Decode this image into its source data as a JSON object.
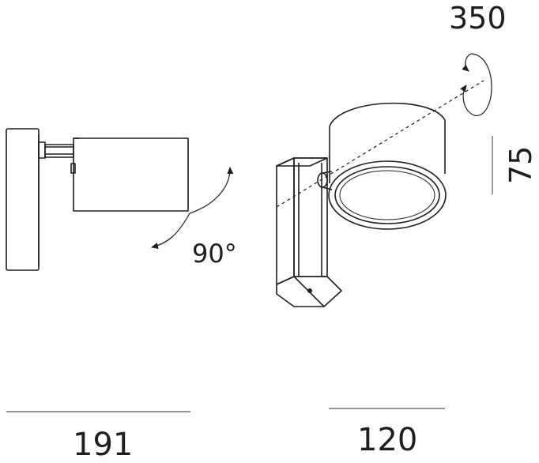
{
  "dimensions": {
    "side_width": "191",
    "front_width": "120",
    "height": "75",
    "tilt_angle": "90°",
    "rotation": "350"
  },
  "colors": {
    "line": "#1e1e1e",
    "text": "#1e1e1e",
    "dimension_line": "#555555",
    "background": "#ffffff"
  }
}
